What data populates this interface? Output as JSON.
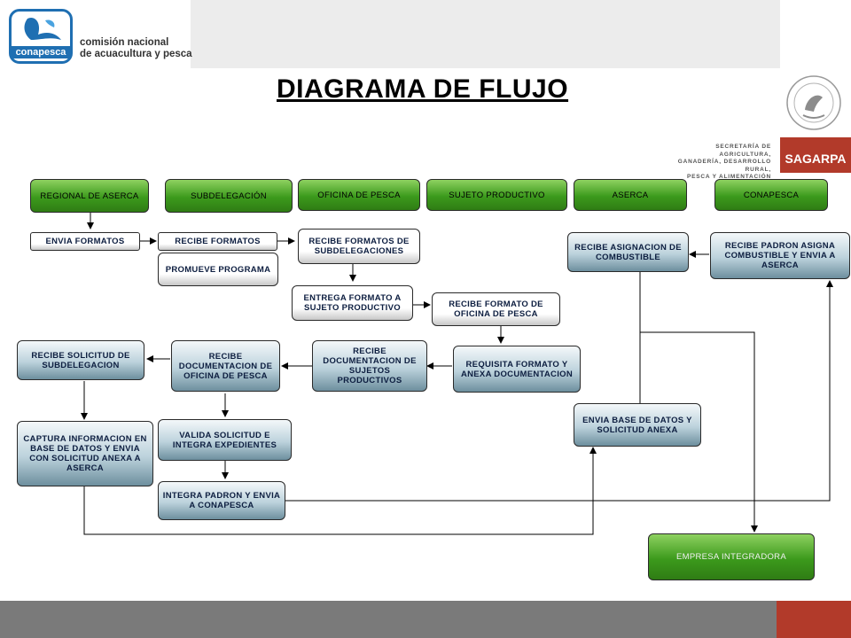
{
  "header": {
    "logo_word": "conapesca",
    "org_name_line1": "comisión nacional",
    "org_name_line2": "de acuacultura y pesca",
    "secretaria_line1": "SECRETARÍA DE AGRICULTURA,",
    "secretaria_line2": "GANADERÍA, DESARROLLO RURAL,",
    "secretaria_line3": "PESCA Y ALIMENTACIÓN",
    "sagarpa": "SAGARPA"
  },
  "title": "DIAGRAMA DE FLUJO",
  "lanes": {
    "regional": "REGIONAL DE ASERCA",
    "subdelegacion": "SUBDELEGACIÓN",
    "oficina": "OFICINA DE PESCA",
    "sujeto": "SUJETO PRODUCTIVO",
    "aserca": "ASERCA",
    "conapesca": "CONAPESCA"
  },
  "steps": {
    "envia_formatos": "ENVIA FORMATOS",
    "recibe_formatos": "RECIBE FORMATOS",
    "promueve_programa": "PROMUEVE PROGRAMA",
    "recibe_formatos_subdeleg": "RECIBE FORMATOS DE SUBDELEGACIONES",
    "entrega_formato": "ENTREGA FORMATO A SUJETO PRODUCTIVO",
    "recibe_formato_oficina": "RECIBE FORMATO DE OFICINA DE PESCA",
    "requisita_formato": "REQUISITA FORMATO Y ANEXA DOCUMENTACION",
    "recibe_doc_sujetos": "RECIBE DOCUMENTACION DE SUJETOS PRODUCTIVOS",
    "recibe_doc_oficina": "RECIBE DOCUMENTACION DE OFICINA DE PESCA",
    "recibe_solicitud": "RECIBE SOLICITUD DE SUBDELEGACION",
    "captura_informacion": "CAPTURA INFORMACION EN BASE DE DATOS Y ENVIA CON SOLICITUD ANEXA A ASERCA",
    "valida_solicitud": "VALIDA SOLICITUD E INTEGRA EXPEDIENTES",
    "integra_padron": "INTEGRA PADRON Y ENVIA A CONAPESCA",
    "envia_base_datos": "ENVIA BASE DE DATOS Y SOLICITUD ANEXA",
    "recibe_asignacion": "RECIBE ASIGNACION DE COMBUSTIBLE",
    "recibe_padron": "RECIBE PADRON ASIGNA COMBUSTIBLE Y ENVIA A ASERCA",
    "empresa_integradora": "EMPRESA INTEGRADORA"
  },
  "colors": {
    "lane_green": "#3c9a1c",
    "step_blue": "#bcd2dc",
    "step_white": "#ffffff",
    "brand_blue": "#1f6fb2",
    "brand_red": "#b23a2a",
    "footer_gray": "#7a7a7a"
  }
}
